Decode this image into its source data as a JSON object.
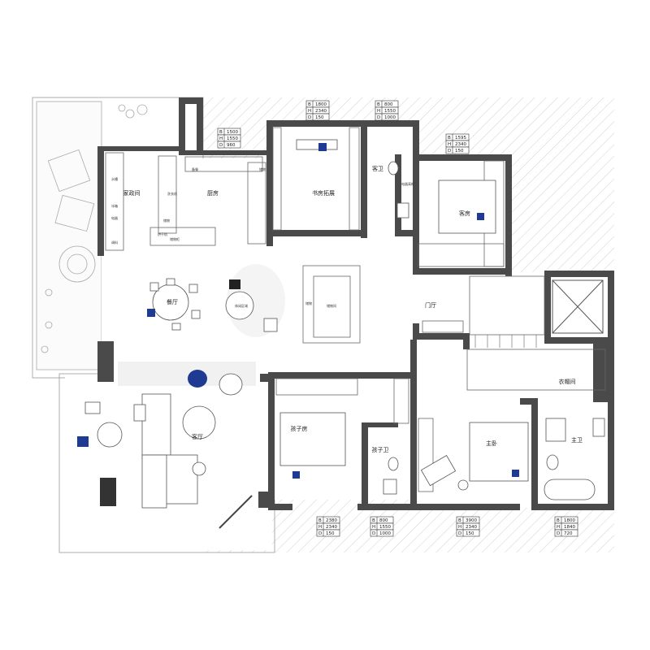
{
  "rooms": {
    "family_room": "家政间",
    "kitchen": "厨房",
    "study": "书房拓展",
    "guest_wc": "客卫",
    "guest_bedroom": "客房",
    "dining": "餐厅",
    "coffee": "休闲区域",
    "storage": "储物间",
    "entrance": "门厅",
    "wardrobe": "衣帽间",
    "living": "客厅",
    "kids_room": "孩子房",
    "kids_wc": "孩子卫",
    "master": "主卧",
    "master_wc": "主卫"
  },
  "kitchen_labels": {
    "a": "水槽",
    "b": "冰箱",
    "c": "电器",
    "d": "调料",
    "e": "备餐",
    "f": "储物",
    "g": "洗衣机",
    "h": "烘干机",
    "i": "储物柜",
    "j": "电器高柜"
  },
  "small_labels": {
    "s1": "储物",
    "s2": "储物"
  },
  "dimension_tags": [
    {
      "id": "kitchen",
      "B": "1500",
      "H": "1550",
      "D": "960"
    },
    {
      "id": "study",
      "B": "1800",
      "H": "2340",
      "D": "150"
    },
    {
      "id": "guest_wc",
      "B": "800",
      "H": "1550",
      "D": "1000"
    },
    {
      "id": "guest_bed",
      "B": "1595",
      "H": "2340",
      "D": "150"
    },
    {
      "id": "kids_room",
      "B": "2380",
      "H": "2340",
      "D": "150"
    },
    {
      "id": "kids_wc",
      "B": "800",
      "H": "1550",
      "D": "1000"
    },
    {
      "id": "master",
      "B": "3900",
      "H": "2340",
      "D": "150"
    },
    {
      "id": "master_wc",
      "B": "1800",
      "H": "1840",
      "D": "720"
    }
  ],
  "colors": {
    "wall": "#4a4a4a",
    "accent_blue": "#1f3a93",
    "floor": "#ffffff",
    "hatch": "#cfcfcf"
  }
}
